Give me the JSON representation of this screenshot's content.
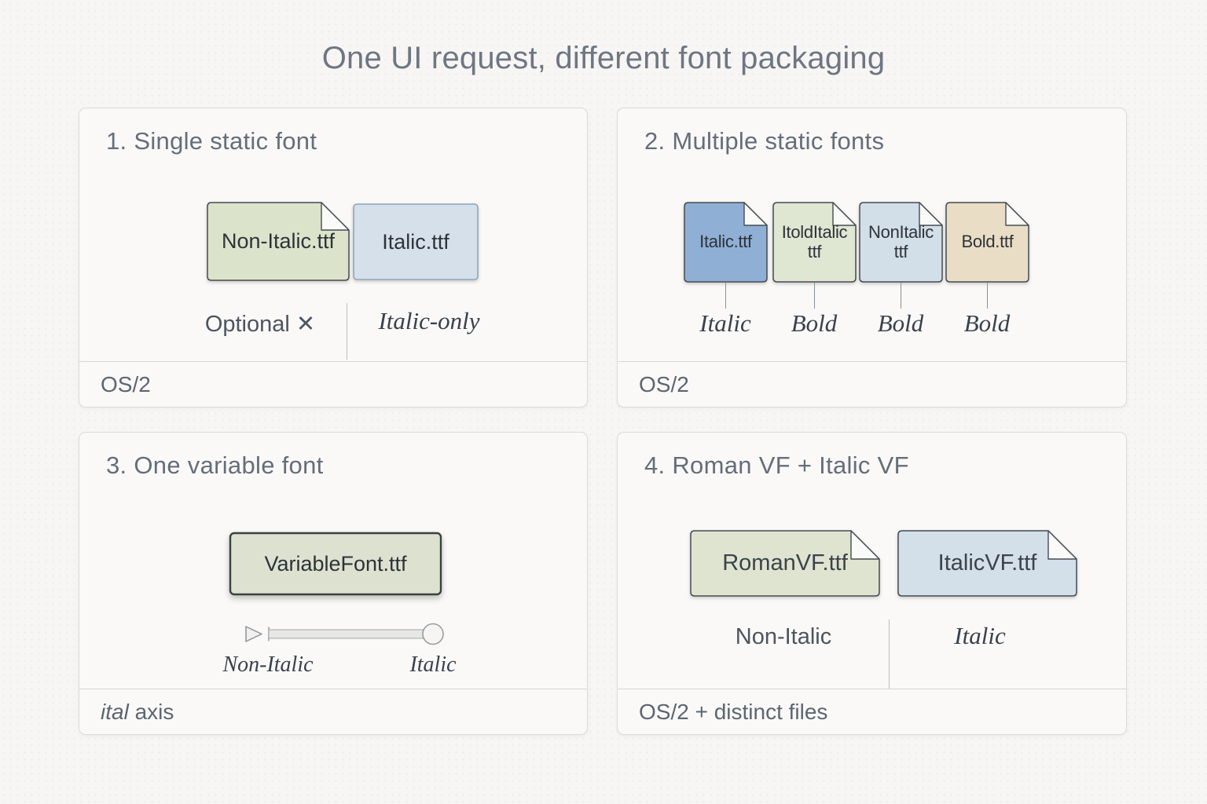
{
  "title": "One UI request, different font packaging",
  "colors": {
    "heading": "#646e7a",
    "file_green": "#dce3cb",
    "file_blue_pale": "#d5e0eb",
    "file_blue": "#90afd5",
    "file_green_light": "#dfe6d2",
    "file_blue_light": "#d2dee8",
    "file_tan": "#eaddc5",
    "file_sage": "#dde2d0",
    "file_roman_green": "#dfe4d0",
    "file_italic_blue": "#d3dfe9"
  },
  "panel1": {
    "heading": "1. Single static font",
    "file1": "Non-Italic.ttf",
    "file2": "Italic.ttf",
    "caption_left": "Optional ✕",
    "caption_right": "Italic-only",
    "footer": "OS/2"
  },
  "panel2": {
    "heading": "2. Multiple static fonts",
    "files": [
      {
        "label": "Italic.ttf",
        "tag": "Italic"
      },
      {
        "label": "ItoldItalic ttf",
        "tag": "Bold"
      },
      {
        "label": "NonItalic ttf",
        "tag": "Bold"
      },
      {
        "label": "Bold.ttf",
        "tag": "Bold"
      }
    ],
    "footer": "OS/2"
  },
  "panel3": {
    "heading": "3. One variable font",
    "file": "VariableFont.ttf",
    "slider_left": "Non-Italic",
    "slider_right": "Italic",
    "footer_ital": "ital",
    "footer_axis": "axis"
  },
  "panel4": {
    "heading": "4. Roman VF + Italic VF",
    "file1": "RomanVF.ttf",
    "file2": "ItalicVF.ttf",
    "caption_left": "Non-Italic",
    "caption_right": "Italic",
    "footer": "OS/2 + distinct files"
  }
}
